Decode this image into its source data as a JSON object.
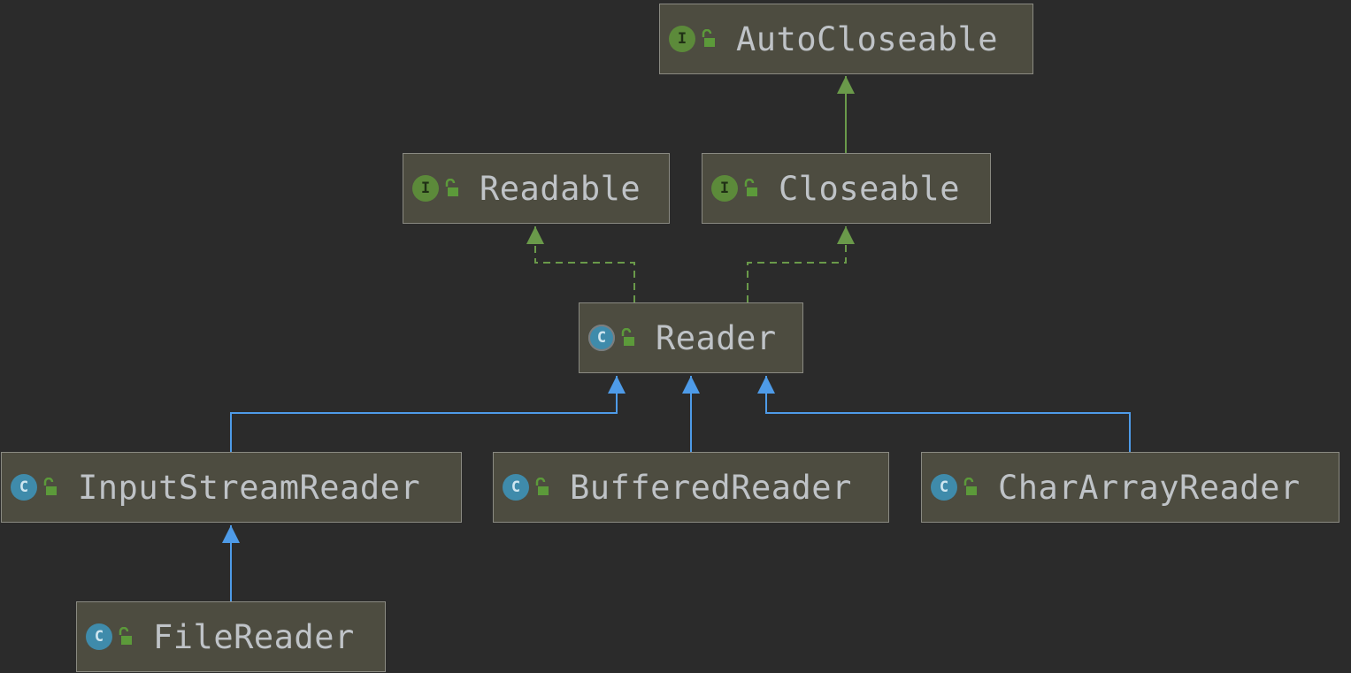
{
  "nodes": [
    {
      "id": "autocloseable",
      "label": "AutoCloseable",
      "kind": "interface",
      "badge": "I",
      "icon": "interface-icon"
    },
    {
      "id": "readable",
      "label": "Readable",
      "kind": "interface",
      "badge": "I",
      "icon": "interface-icon"
    },
    {
      "id": "closeable",
      "label": "Closeable",
      "kind": "interface",
      "badge": "I",
      "icon": "interface-icon"
    },
    {
      "id": "reader",
      "label": "Reader",
      "kind": "abstract",
      "badge": "C",
      "icon": "abstract-class-icon"
    },
    {
      "id": "inputstreamreader",
      "label": "InputStreamReader",
      "kind": "class",
      "badge": "C",
      "icon": "class-icon"
    },
    {
      "id": "bufferedreader",
      "label": "BufferedReader",
      "kind": "class",
      "badge": "C",
      "icon": "class-icon"
    },
    {
      "id": "chararrayreader",
      "label": "CharArrayReader",
      "kind": "class",
      "badge": "C",
      "icon": "class-icon"
    },
    {
      "id": "filereader",
      "label": "FileReader",
      "kind": "class",
      "badge": "C",
      "icon": "class-icon"
    }
  ],
  "edges": [
    {
      "from": "closeable",
      "to": "autocloseable",
      "type": "extends-interface"
    },
    {
      "from": "reader",
      "to": "readable",
      "type": "implements"
    },
    {
      "from": "reader",
      "to": "closeable",
      "type": "implements"
    },
    {
      "from": "inputstreamreader",
      "to": "reader",
      "type": "extends"
    },
    {
      "from": "bufferedreader",
      "to": "reader",
      "type": "extends"
    },
    {
      "from": "chararrayreader",
      "to": "reader",
      "type": "extends"
    },
    {
      "from": "filereader",
      "to": "inputstreamreader",
      "type": "extends"
    }
  ],
  "colors": {
    "background": "#2b2b2b",
    "node_fill": "#4d4c40",
    "node_border": "#8a8a82",
    "label_text": "#bfc3c7",
    "interface_badge": "#5c8a3a",
    "class_badge": "#3f8bab",
    "lock_icon": "#5c9a3a",
    "extends_edge": "#4e9be8",
    "implements_edge": "#6a9a4a"
  }
}
